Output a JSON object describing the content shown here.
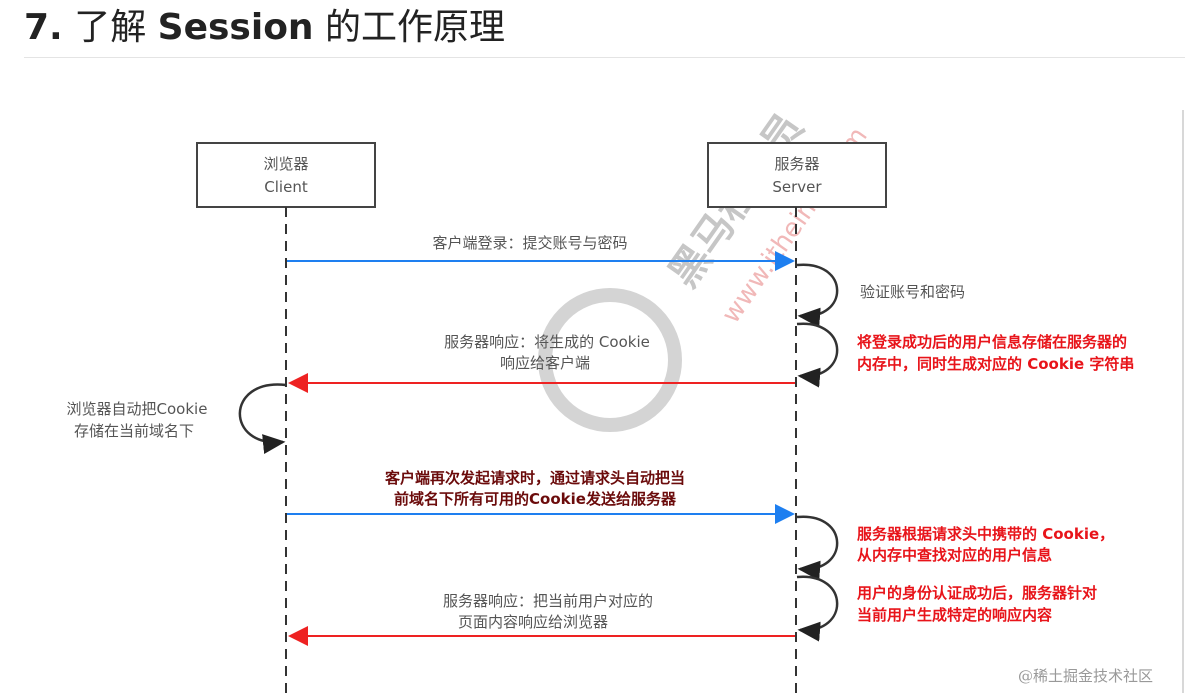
{
  "heading": {
    "number": "7.",
    "text_pre": "了解",
    "text_bold": "Session",
    "text_post": "的工作原理"
  },
  "actors": {
    "client": {
      "line1": "浏览器",
      "line2": "Client"
    },
    "server": {
      "line1": "服务器",
      "line2": "Server"
    }
  },
  "messages": {
    "m1": "客户端登录：提交账号与密码",
    "verify": "验证账号和密码",
    "store": [
      "将登录成功后的用户信息存储在服务器的",
      "内存中，同时生成对应的 Cookie 字符串"
    ],
    "resp1": [
      "服务器响应：将生成的 Cookie",
      "响应给客户端"
    ],
    "client_store": [
      "浏览器自动把Cookie",
      "存储在当前域名下"
    ],
    "m2": [
      "客户端再次发起请求时，通过请求头自动把当",
      "前域名下所有可用的Cookie发送给服务器"
    ],
    "lookup": [
      "服务器根据请求头中携带的 Cookie，",
      "从内存中查找对应的用户信息"
    ],
    "auth": [
      "用户的身份认证成功后，服务器针对",
      "当前用户生成特定的响应内容"
    ],
    "resp2": [
      "服务器响应：把当前用户对应的",
      "页面内容响应给浏览器"
    ]
  },
  "watermark_logo": "黑马程序员 www.itheima.com",
  "footer_watermark": "@稀土掘金技术社区",
  "colors": {
    "request": "#1e7ff0",
    "response": "#ee2222",
    "note": "#e8141a"
  }
}
